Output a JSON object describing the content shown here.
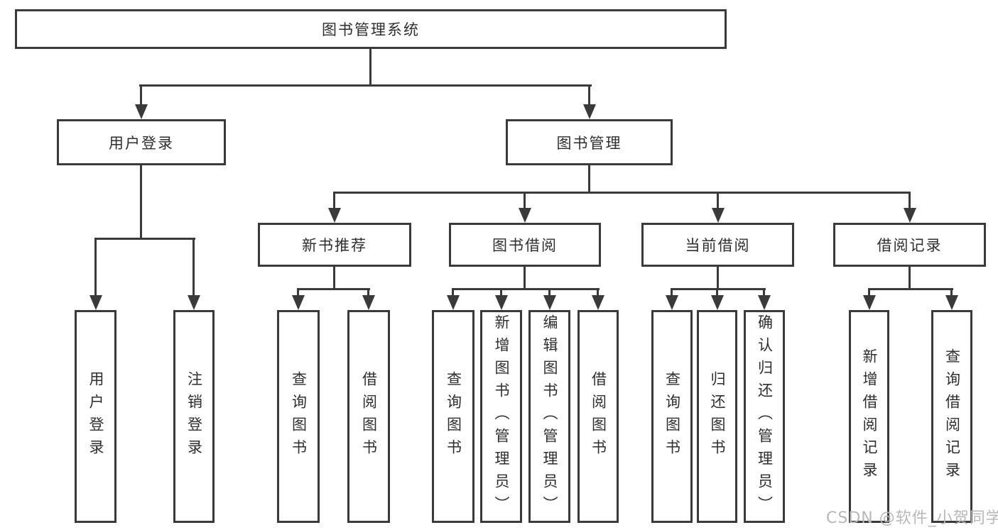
{
  "tree": {
    "root": "图书管理系统",
    "branches": [
      {
        "label": "用户登录",
        "children": [
          "用户登录",
          "注销登录"
        ]
      },
      {
        "label": "图书管理",
        "sections": [
          {
            "label": "新书推荐",
            "children": [
              "查询图书",
              "借阅图书"
            ]
          },
          {
            "label": "图书借阅",
            "children": [
              "查询图书",
              "新增图书（管理员）",
              "编辑图书（管理员）",
              "借阅图书"
            ]
          },
          {
            "label": "当前借阅",
            "children": [
              "查询图书",
              "归还图书",
              "确认归还（管理员）"
            ]
          },
          {
            "label": "借阅记录",
            "children": [
              "新增借阅记录",
              "查询借阅记录"
            ]
          }
        ]
      }
    ]
  },
  "watermark": {
    "text": "CSDN @软件_小贺同学"
  },
  "colors": {
    "line": "#3a3a3a",
    "text": "#2e2e2e",
    "watermark": "#b8b8b8",
    "background": "#ffffff"
  }
}
